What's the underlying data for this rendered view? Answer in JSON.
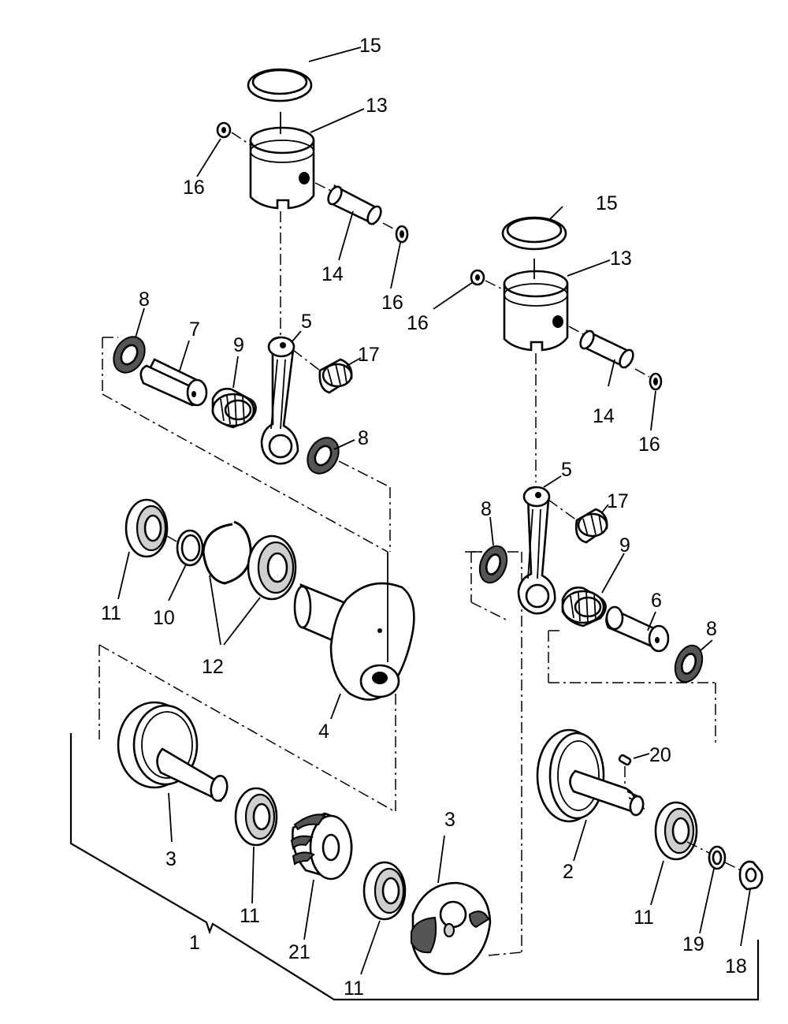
{
  "labels": {
    "l15a": "15",
    "l13a": "13",
    "l16a": "16",
    "l14a": "14",
    "l16b": "16",
    "l8a": "8",
    "l7": "7",
    "l9a": "9",
    "l5a": "5",
    "l17a": "17",
    "l8b": "8",
    "l15b": "15",
    "l13b": "13",
    "l16c": "16",
    "l14b": "14",
    "l16d": "16",
    "l5b": "5",
    "l17b": "17",
    "l8c": "8",
    "l9b": "9",
    "l6": "6",
    "l8d": "8",
    "l11a": "11",
    "l10": "10",
    "l12": "12",
    "l4": "4",
    "l3a": "3",
    "l11b": "11",
    "l21": "21",
    "l3b": "3",
    "l11c": "11",
    "l1": "1",
    "l20": "20",
    "l2": "2",
    "l11d": "11",
    "l19": "19",
    "l18": "18"
  }
}
